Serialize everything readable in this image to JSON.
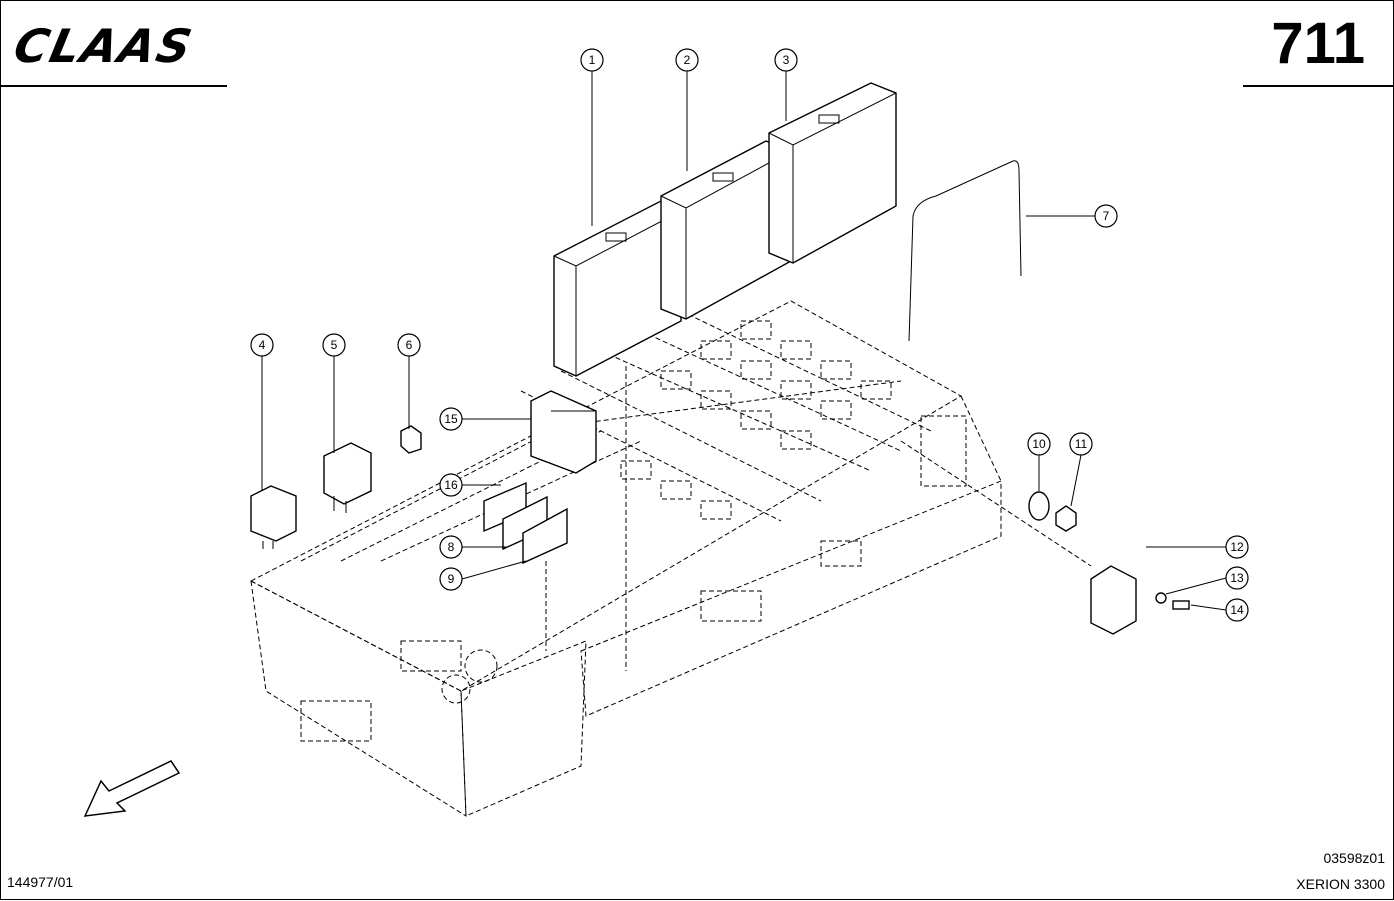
{
  "header": {
    "brand": "CLAAS",
    "page_number": "711"
  },
  "footer": {
    "document_id": "144977/01",
    "drawing_code": "03598z01",
    "model": "XERION 3300"
  },
  "callouts": [
    "1",
    "2",
    "3",
    "4",
    "5",
    "6",
    "7",
    "8",
    "9",
    "10",
    "11",
    "12",
    "13",
    "14",
    "15",
    "16"
  ]
}
